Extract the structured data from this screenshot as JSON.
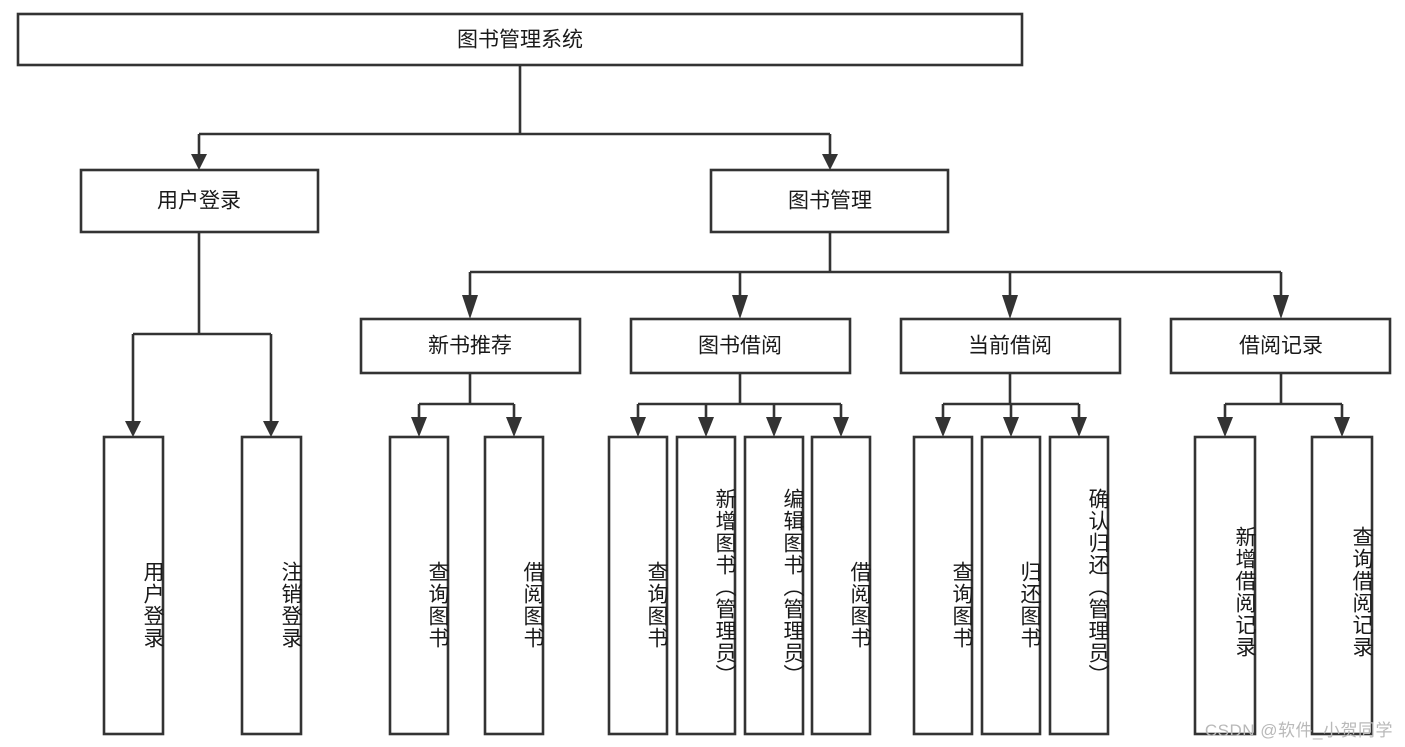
{
  "diagram": {
    "type": "tree-hierarchy",
    "title": "图书管理系统",
    "orientation": "top-down",
    "colors": {
      "box_stroke": "#333333",
      "box_fill": "#ffffff",
      "text": "#1a1a1a",
      "background": "#ffffff",
      "watermark": "#b9b9b9"
    },
    "levels": {
      "root": "图书管理系统",
      "level2": [
        "用户登录",
        "图书管理"
      ],
      "level3": [
        "新书推荐",
        "图书借阅",
        "当前借阅",
        "借阅记录"
      ]
    },
    "nodes": {
      "root": {
        "label": "图书管理系统",
        "orientation": "horizontal"
      },
      "user_login": {
        "label": "用户登录",
        "orientation": "horizontal"
      },
      "book_manage": {
        "label": "图书管理",
        "orientation": "horizontal"
      },
      "new_book_rec": {
        "label": "新书推荐",
        "orientation": "horizontal"
      },
      "book_borrow": {
        "label": "图书借阅",
        "orientation": "horizontal"
      },
      "current_borrow": {
        "label": "当前借阅",
        "orientation": "horizontal"
      },
      "borrow_record": {
        "label": "借阅记录",
        "orientation": "horizontal"
      },
      "leaf_user_login": {
        "label": "用户登录",
        "orientation": "vertical"
      },
      "leaf_logout": {
        "label": "注销登录",
        "orientation": "vertical"
      },
      "leaf_query_book_a": {
        "label": "查询图书",
        "orientation": "vertical"
      },
      "leaf_borrow_book_a": {
        "label": "借阅图书",
        "orientation": "vertical"
      },
      "leaf_query_book_b": {
        "label": "查询图书",
        "orientation": "vertical"
      },
      "leaf_add_book": {
        "label": "新增图书（管理员）",
        "orientation": "vertical"
      },
      "leaf_edit_book": {
        "label": "编辑图书（管理员）",
        "orientation": "vertical"
      },
      "leaf_borrow_book_b": {
        "label": "借阅图书",
        "orientation": "vertical"
      },
      "leaf_query_book_c": {
        "label": "查询图书",
        "orientation": "vertical"
      },
      "leaf_return_book": {
        "label": "归还图书",
        "orientation": "vertical"
      },
      "leaf_confirm_return": {
        "label": "确认归还（管理员）",
        "orientation": "vertical"
      },
      "leaf_add_record": {
        "label": "新增借阅记录",
        "orientation": "vertical"
      },
      "leaf_query_record": {
        "label": "查询借阅记录",
        "orientation": "vertical"
      }
    },
    "edges": [
      {
        "from": "图书管理系统",
        "to": "用户登录"
      },
      {
        "from": "图书管理系统",
        "to": "图书管理"
      },
      {
        "from": "用户登录",
        "to": "用户登录"
      },
      {
        "from": "用户登录",
        "to": "注销登录"
      },
      {
        "from": "图书管理",
        "to": "新书推荐"
      },
      {
        "from": "图书管理",
        "to": "图书借阅"
      },
      {
        "from": "图书管理",
        "to": "当前借阅"
      },
      {
        "from": "图书管理",
        "to": "借阅记录"
      },
      {
        "from": "新书推荐",
        "to": "查询图书"
      },
      {
        "from": "新书推荐",
        "to": "借阅图书"
      },
      {
        "from": "图书借阅",
        "to": "查询图书"
      },
      {
        "from": "图书借阅",
        "to": "新增图书（管理员）"
      },
      {
        "from": "图书借阅",
        "to": "编辑图书（管理员）"
      },
      {
        "from": "图书借阅",
        "to": "借阅图书"
      },
      {
        "from": "当前借阅",
        "to": "查询图书"
      },
      {
        "from": "当前借阅",
        "to": "归还图书"
      },
      {
        "from": "当前借阅",
        "to": "确认归还（管理员）"
      },
      {
        "from": "借阅记录",
        "to": "新增借阅记录"
      },
      {
        "from": "借阅记录",
        "to": "查询借阅记录"
      }
    ]
  },
  "watermark": {
    "text": "CSDN @软件_小贺同学"
  }
}
